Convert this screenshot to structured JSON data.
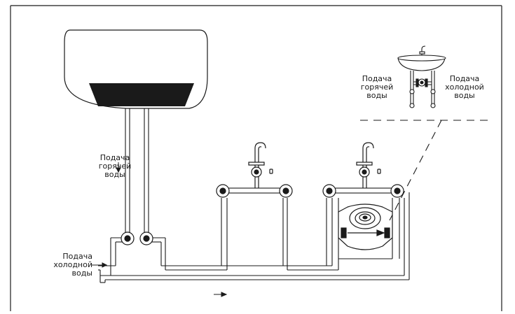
{
  "labels": {
    "hot_supply": "Подача\nгорячей\nводы",
    "cold_supply": "Подача\nхолодной\nводы",
    "inset_hot": "Подача\nгорячей\nводы",
    "inset_cold": "Подача\nхолодной\nводы"
  },
  "colors": {
    "line": "#1a1a1a",
    "heater_panel": "#1a1a1a",
    "background": "#ffffff"
  }
}
